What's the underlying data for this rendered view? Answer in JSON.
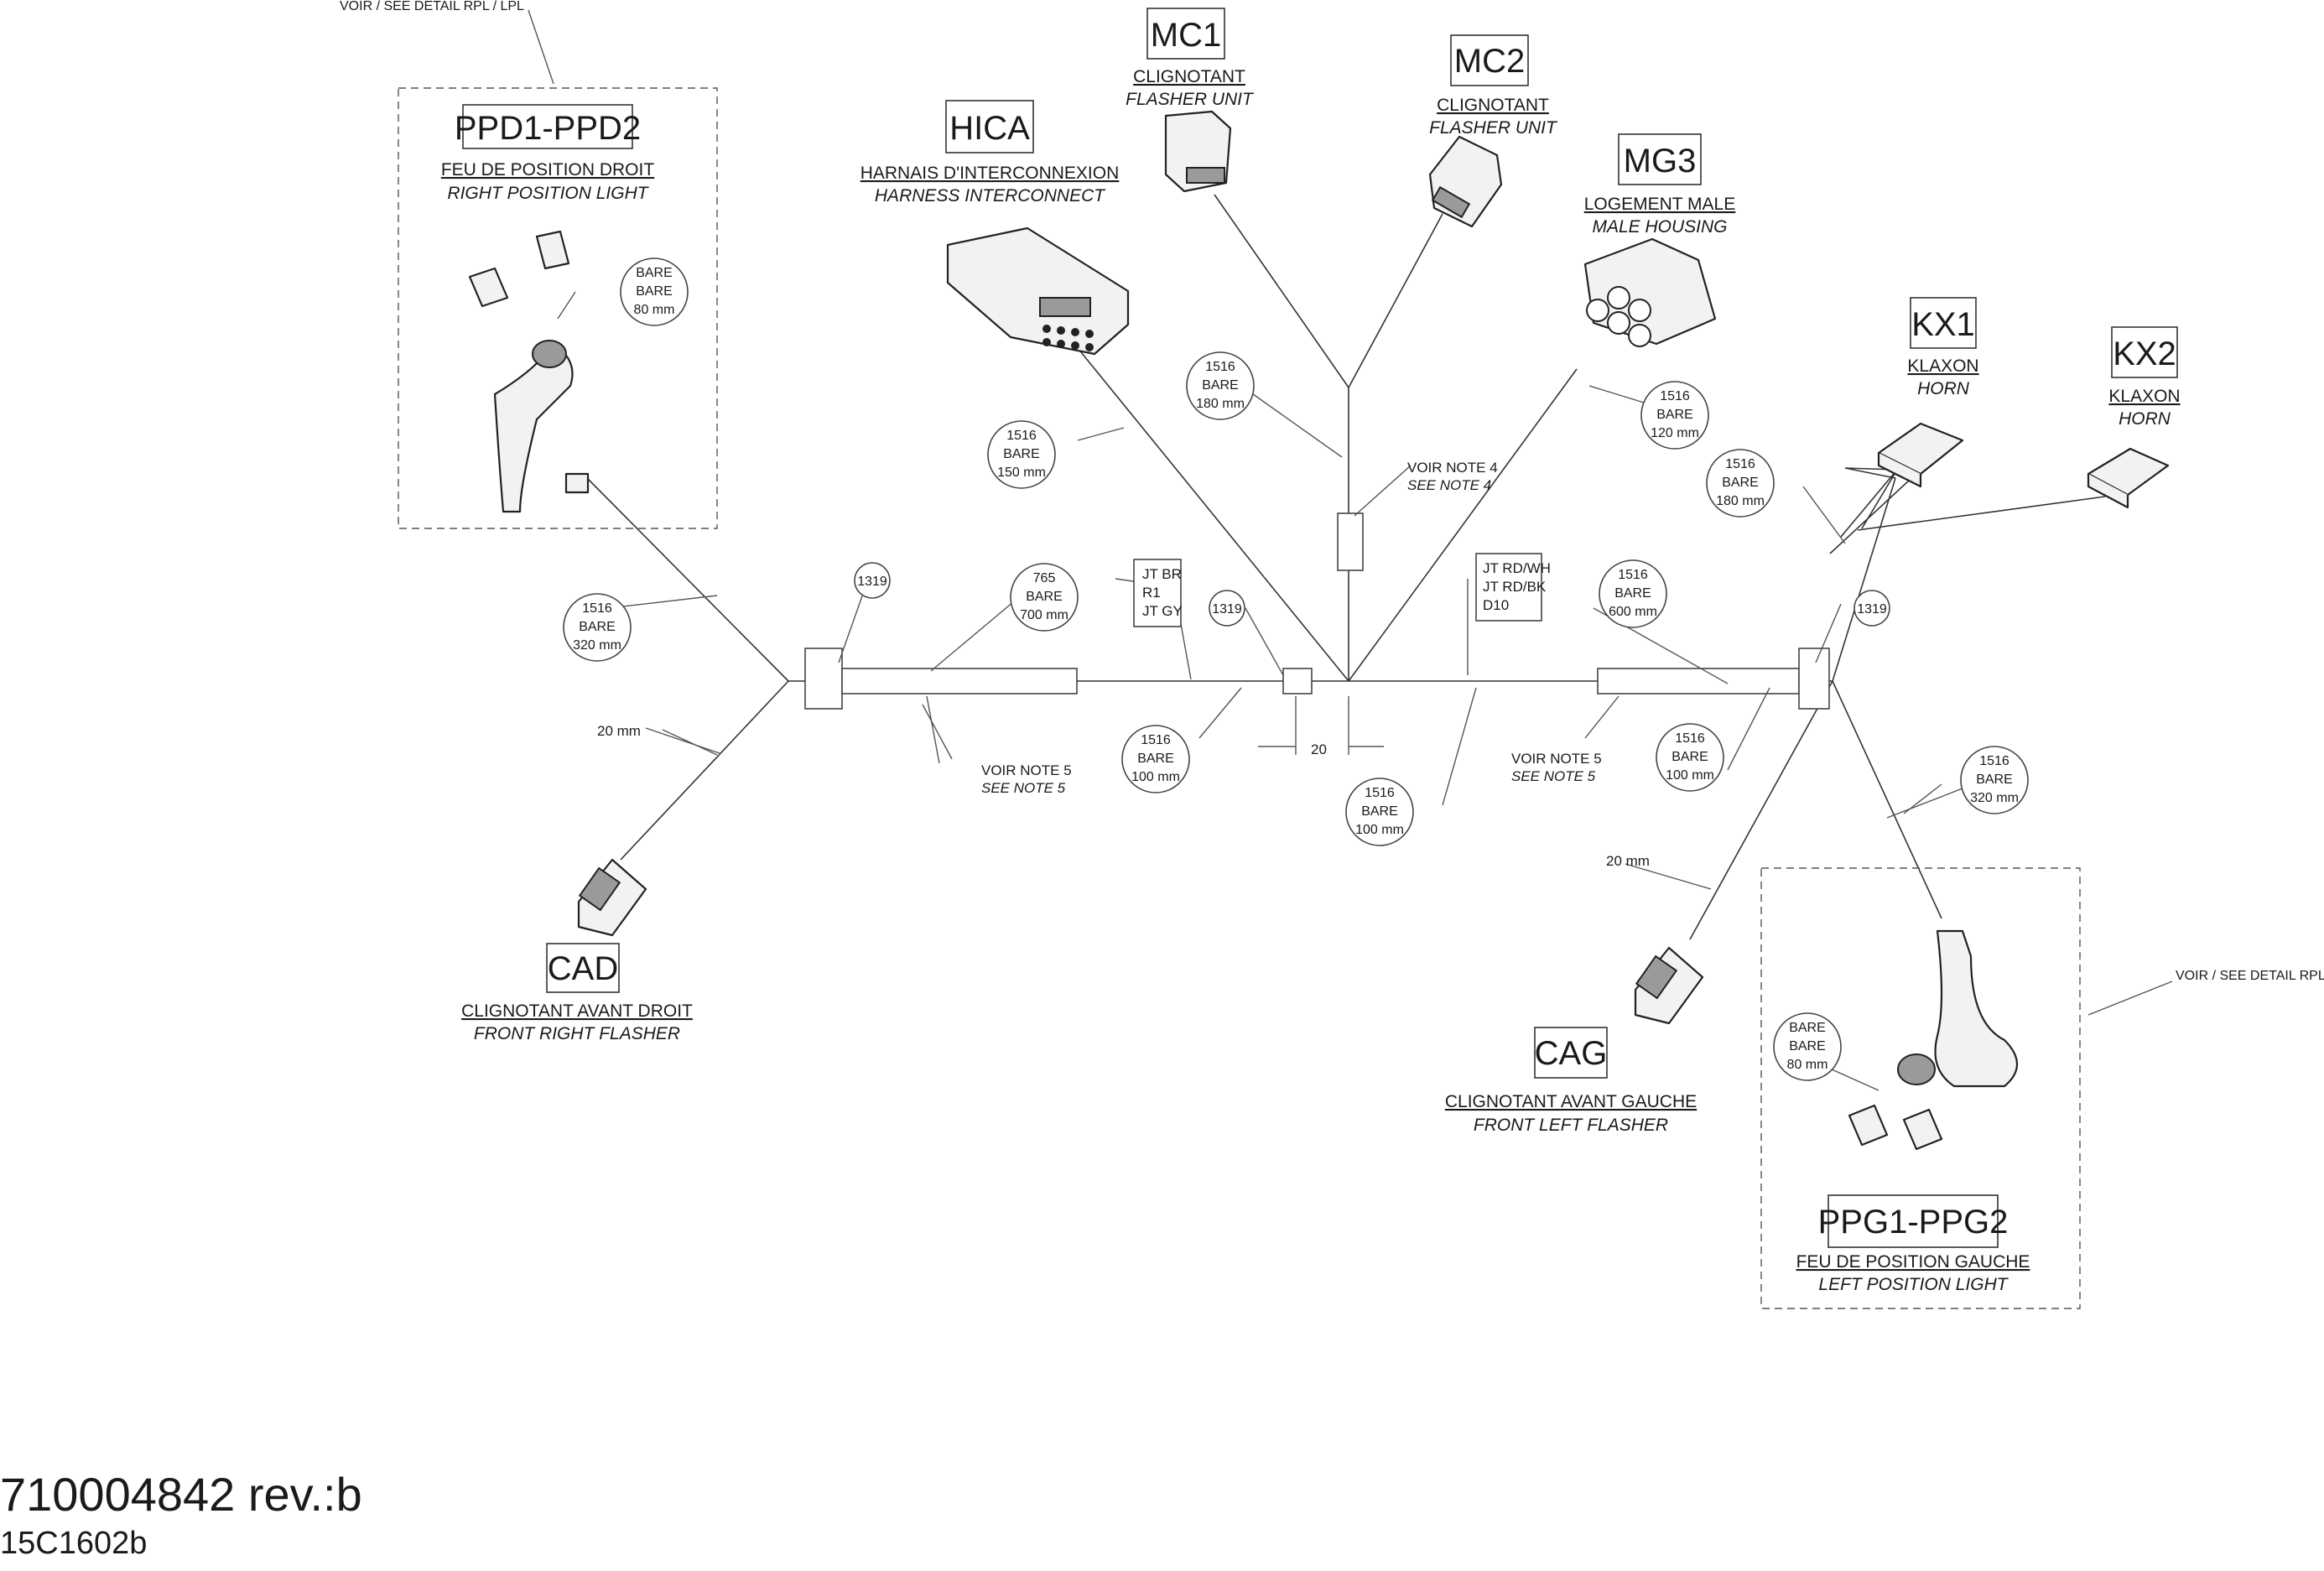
{
  "drawing": {
    "part_number": "710004842 rev.:b",
    "drawing_id": "15C1602b"
  },
  "connectors": {
    "ppd": {
      "code": "PPD1-PPD2",
      "fr": "FEU DE POSITION DROIT",
      "en": "RIGHT POSITION LIGHT"
    },
    "hica": {
      "code": "HICA",
      "fr": "HARNAIS D'INTERCONNEXION",
      "en": "HARNESS INTERCONNECT"
    },
    "mc1": {
      "code": "MC1",
      "fr": "CLIGNOTANT",
      "en": "FLASHER UNIT"
    },
    "mc2": {
      "code": "MC2",
      "fr": "CLIGNOTANT",
      "en": "FLASHER UNIT"
    },
    "mg3": {
      "code": "MG3",
      "fr": "LOGEMENT MALE",
      "en": "MALE HOUSING"
    },
    "kx1": {
      "code": "KX1",
      "fr": "KLAXON",
      "en": "HORN"
    },
    "kx2": {
      "code": "KX2",
      "fr": "KLAXON",
      "en": "HORN"
    },
    "cad": {
      "code": "CAD",
      "fr": "CLIGNOTANT AVANT DROIT",
      "en": "FRONT RIGHT FLASHER"
    },
    "cag": {
      "code": "CAG",
      "fr": "CLIGNOTANT AVANT GAUCHE",
      "en": "FRONT LEFT FLASHER"
    },
    "ppg": {
      "code": "PPG1-PPG2",
      "fr": "FEU DE POSITION GAUCHE",
      "en": "LEFT POSITION LIGHT"
    }
  },
  "callouts": {
    "detail_right": "VOIR / SEE DETAIL RPL / LPL",
    "detail_left": "VOIR / SEE DETAIL RPL / LPL",
    "note4_fr": "VOIR NOTE 4",
    "note4_en": "SEE NOTE 4",
    "note5a_fr": "VOIR NOTE 5",
    "note5a_en": "SEE NOTE 5",
    "note5b_fr": "VOIR NOTE 5",
    "note5b_en": "SEE NOTE 5",
    "len_20a": "20 mm",
    "len_20b": "20 mm",
    "dim_20": "20",
    "jt1": [
      "JT BR",
      "R1",
      "JT GY"
    ],
    "jt2": [
      "JT RD/WH",
      "JT RD/BK",
      "D10"
    ]
  },
  "bubbles": {
    "b_ppd_bare": [
      "BARE",
      "BARE",
      "80 mm"
    ],
    "b_ppg_bare": [
      "BARE",
      "BARE",
      "80 mm"
    ],
    "b_hica": [
      "1516",
      "BARE",
      "150 mm"
    ],
    "b_mc": [
      "1516",
      "BARE",
      "180 mm"
    ],
    "b_mg3": [
      "1516",
      "BARE",
      "120 mm"
    ],
    "b_kx": [
      "1516",
      "BARE",
      "180 mm"
    ],
    "b_ppd": [
      "1516",
      "BARE",
      "320 mm"
    ],
    "b_765": [
      "765",
      "BARE",
      "700 mm"
    ],
    "b_600": [
      "1516",
      "BARE",
      "600 mm"
    ],
    "b_ppg": [
      "1516",
      "BARE",
      "320 mm"
    ],
    "b_100a": [
      "1516",
      "BARE",
      "100 mm"
    ],
    "b_100b": [
      "1516",
      "BARE",
      "100 mm"
    ],
    "b_100c": [
      "1516",
      "BARE",
      "100 mm"
    ],
    "s_1319a": "1319",
    "s_1319b": "1319",
    "s_1319c": "1319"
  }
}
